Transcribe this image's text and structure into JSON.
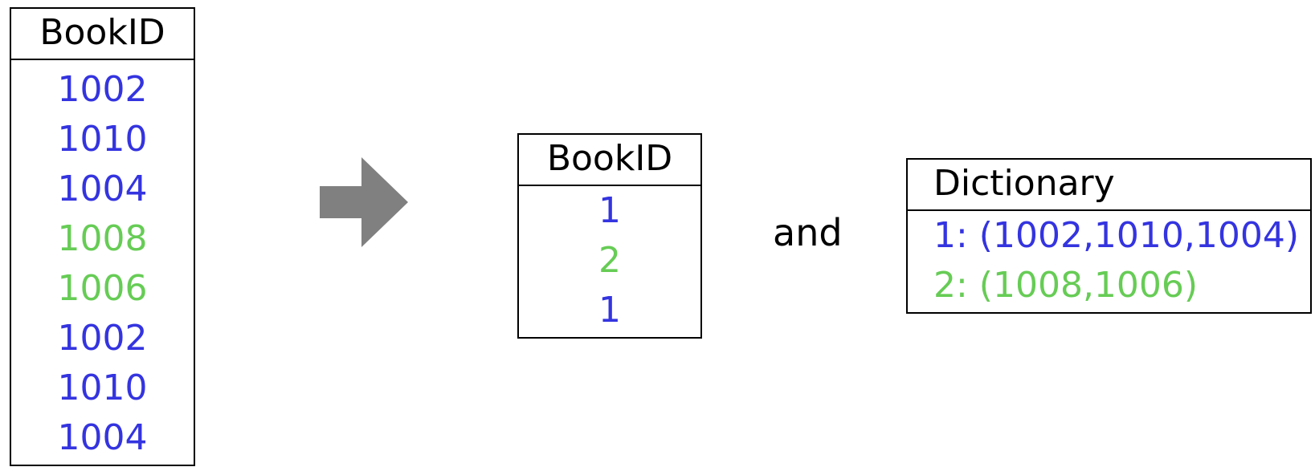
{
  "colors": {
    "group1": "#3434e0",
    "group2": "#66cc55",
    "arrow": "#808080",
    "border": "#000000"
  },
  "left_table": {
    "header": "BookID",
    "rows": [
      {
        "value": "1002",
        "group": "group1"
      },
      {
        "value": "1010",
        "group": "group1"
      },
      {
        "value": "1004",
        "group": "group1"
      },
      {
        "value": "1008",
        "group": "group2"
      },
      {
        "value": "1006",
        "group": "group2"
      },
      {
        "value": "1002",
        "group": "group1"
      },
      {
        "value": "1010",
        "group": "group1"
      },
      {
        "value": "1004",
        "group": "group1"
      }
    ]
  },
  "arrow": {
    "icon": "right-arrow-icon"
  },
  "encoded_table": {
    "header": "BookID",
    "rows": [
      {
        "value": "1",
        "group": "group1"
      },
      {
        "value": "2",
        "group": "group2"
      },
      {
        "value": "1",
        "group": "group1"
      }
    ]
  },
  "connector": "and",
  "dictionary": {
    "header": "Dictionary",
    "entries": [
      {
        "text": "1: (1002,1010,1004)",
        "group": "group1"
      },
      {
        "text": "2: (1008,1006)",
        "group": "group2"
      }
    ]
  }
}
